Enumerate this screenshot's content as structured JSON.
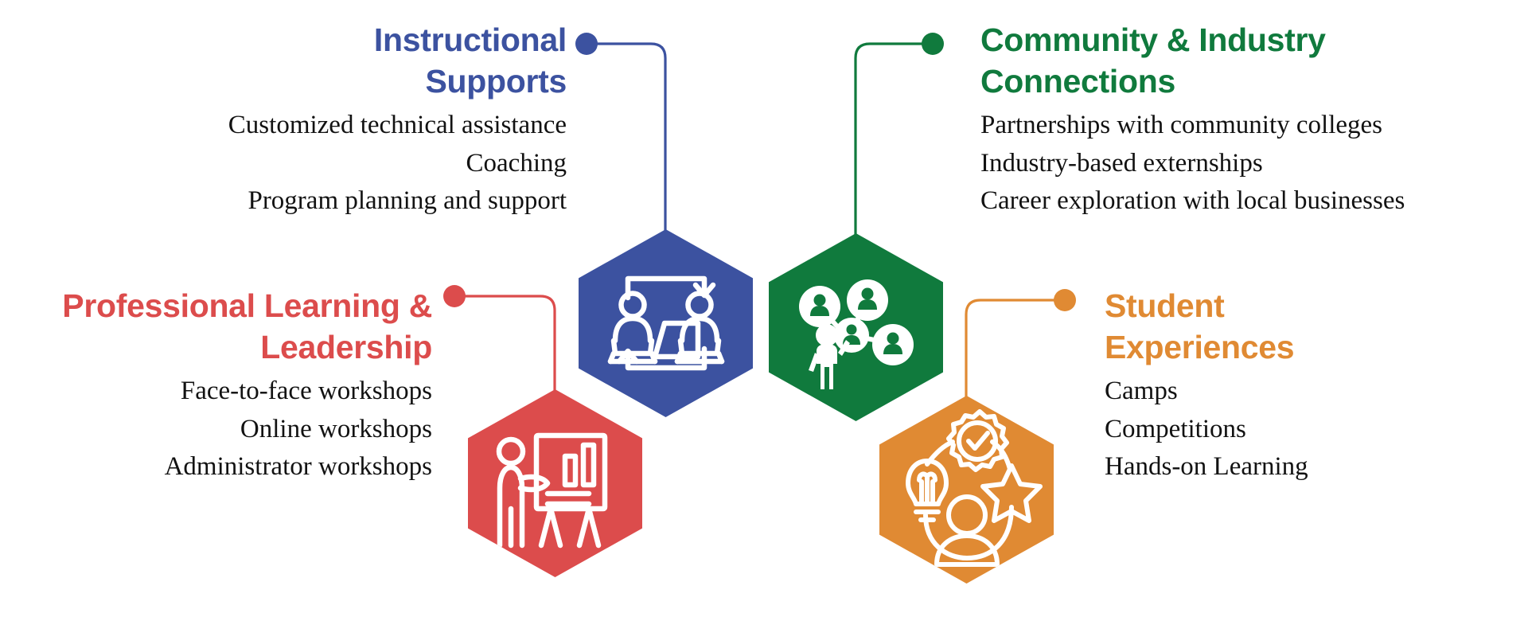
{
  "page": {
    "title": "Program Supports Infographic",
    "background": "#ffffff"
  },
  "colors": {
    "blue": "#3C52A0",
    "green": "#107A3D",
    "red": "#DC4C4C",
    "orange": "#E08A33",
    "body_text": "#121212"
  },
  "blocks": [
    {
      "key": "instructional",
      "heading": "Instructional\nSupports",
      "color": "#3C52A0",
      "align": "right",
      "items": [
        "Customized technical assistance",
        "Coaching",
        "Program planning and support"
      ]
    },
    {
      "key": "community",
      "heading": "Community & Industry\nConnections",
      "color": "#107A3D",
      "align": "left",
      "items": [
        "Partnerships with community colleges",
        "Industry-based externships",
        "Career exploration with local businesses"
      ]
    },
    {
      "key": "professional",
      "heading": "Professional Learning &\nLeadership",
      "color": "#DC4C4C",
      "align": "right",
      "items": [
        "Face-to-face workshops",
        "Online workshops",
        "Administrator workshops"
      ]
    },
    {
      "key": "student",
      "heading": "Student\nExperiences",
      "color": "#E08A33",
      "align": "left",
      "items": [
        "Camps",
        "Competitions",
        "Hands-on Learning"
      ]
    }
  ],
  "hexagons": [
    {
      "key": "blue",
      "icon_name": "two-people-at-laptops-exchange-icon",
      "color": "#3C52A0",
      "linked_block": "instructional"
    },
    {
      "key": "green",
      "icon_name": "people-network-connections-icon",
      "color": "#107A3D",
      "linked_block": "community"
    },
    {
      "key": "red",
      "icon_name": "presenter-at-easel-chart-icon",
      "color": "#DC4C4C",
      "linked_block": "professional"
    },
    {
      "key": "orange",
      "icon_name": "person-lightbulb-gear-star-icon",
      "color": "#E08A33",
      "linked_block": "student"
    }
  ],
  "connectors": [
    {
      "key": "blue-connector",
      "color": "#3C52A0",
      "dot_label": "instructional-connector-dot"
    },
    {
      "key": "green-connector",
      "color": "#107A3D",
      "dot_label": "community-connector-dot"
    },
    {
      "key": "red-connector",
      "color": "#DC4C4C",
      "dot_label": "professional-connector-dot"
    },
    {
      "key": "orange-connector",
      "color": "#E08A33",
      "dot_label": "student-connector-dot"
    }
  ]
}
